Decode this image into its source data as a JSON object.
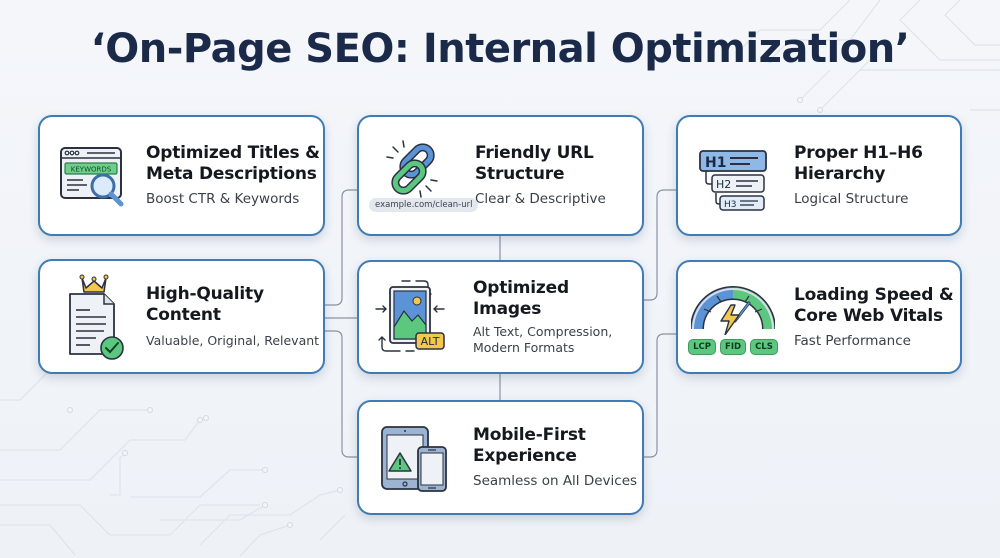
{
  "title": "‘On-Page SEO: Internal Optimization’",
  "colors": {
    "card_border": "#3f7cb5",
    "title": "#1c2a4a",
    "accent_blue": "#5b93d6",
    "accent_green": "#5bc77f",
    "accent_yellow": "#f2c94c",
    "background": "#f2f5f9",
    "connector": "#8a93a3"
  },
  "cards": [
    {
      "id": "titles-meta",
      "heading_line1": "Optimized Titles &",
      "heading_line2": "Meta Descriptions",
      "subtitle": "Boost CTR & Keywords",
      "icon": "browser-keywords-magnifier-icon",
      "icon_label": "KEYWORDS"
    },
    {
      "id": "friendly-url",
      "heading_line1": "Friendly URL",
      "heading_line2": "Structure",
      "subtitle": "Clear & Descriptive",
      "icon": "chain-link-icon",
      "url_chip": "example.com/clean-url"
    },
    {
      "id": "heading-hierarchy",
      "heading_line1": "Proper H1–H6",
      "heading_line2": "Hierarchy",
      "subtitle": "Logical Structure",
      "icon": "heading-hierarchy-icon",
      "icon_labels": [
        "H1",
        "H2",
        "H3"
      ]
    },
    {
      "id": "quality-content",
      "heading_line1": "High-Quality",
      "heading_line2": "Content",
      "subtitle": "Valuable, Original, Relevant",
      "icon": "document-crown-check-icon"
    },
    {
      "id": "optimized-images",
      "heading_line1": "Optimized",
      "heading_line2": "Images",
      "subtitle_line1": "Alt Text, Compression,",
      "subtitle_line2": "Modern Formats",
      "icon": "image-compress-alt-icon",
      "icon_label": "ALT"
    },
    {
      "id": "loading-speed",
      "heading_line1": "Loading Speed &",
      "heading_line2": "Core Web Vitals",
      "subtitle": "Fast Performance",
      "icon": "speed-gauge-icon",
      "badges": [
        "LCP",
        "FID",
        "CLS"
      ]
    },
    {
      "id": "mobile-first",
      "heading_line1": "Mobile-First",
      "heading_line2": "Experience",
      "subtitle": "Seamless on All Devices",
      "icon": "tablet-phone-warning-icon"
    }
  ]
}
